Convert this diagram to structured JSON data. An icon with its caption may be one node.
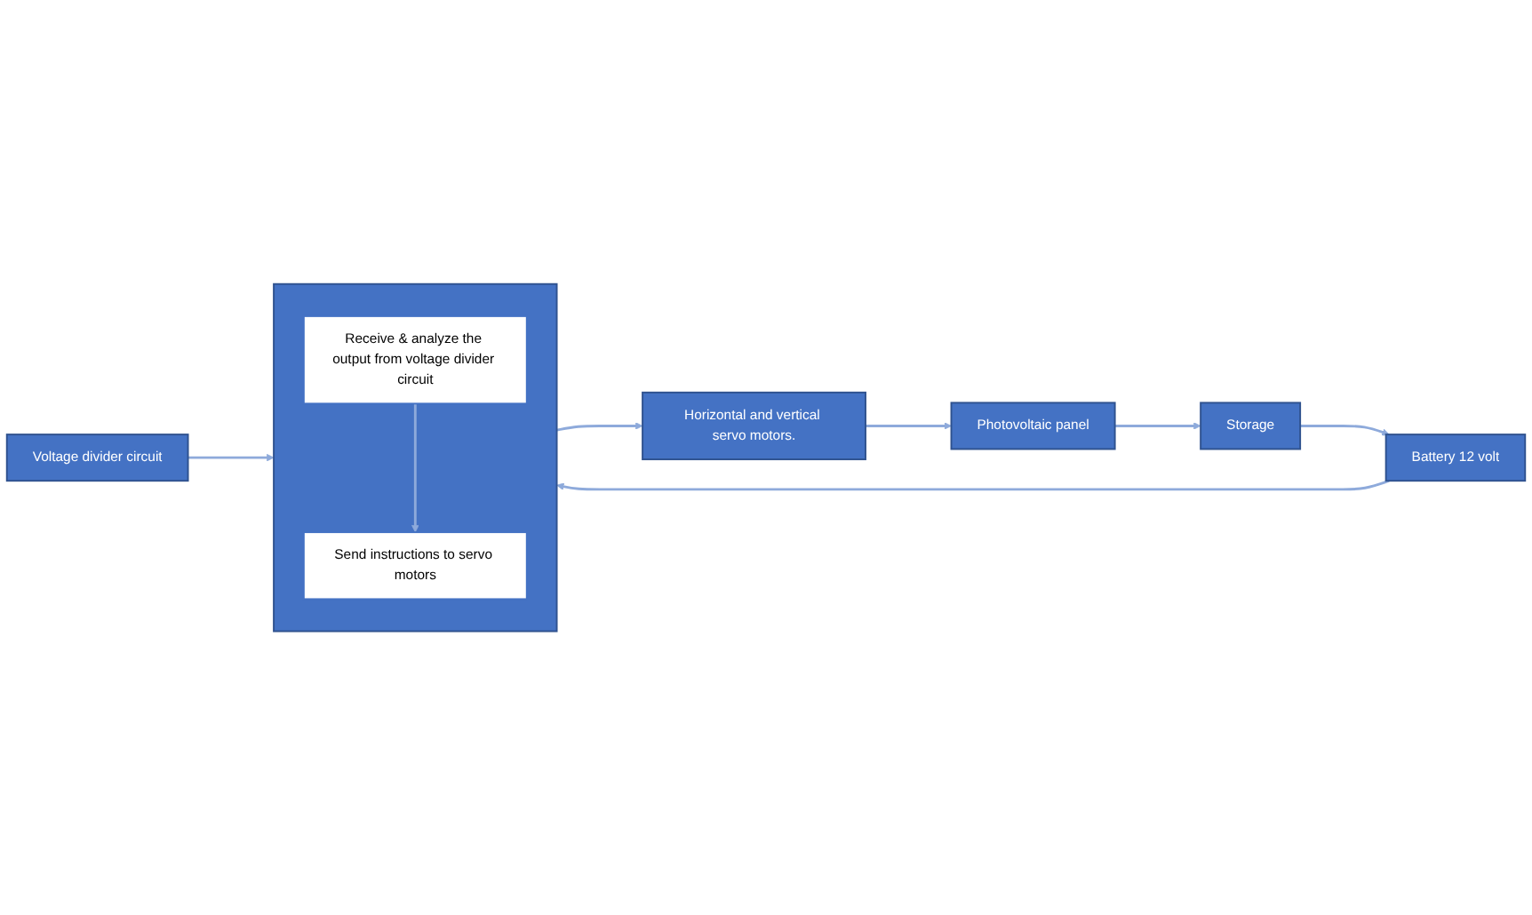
{
  "diagram": {
    "nodes": [
      {
        "text": [
          "Battery 12 volt"
        ]
      },
      {
        "text": [
          "Storage"
        ]
      },
      {
        "text": [
          "Voltage divider circuit"
        ]
      },
      {
        "text": [],
        "shape": "box"
      },
      {
        "text": [
          "Receive & analyze the output from voltage divider circuit"
        ],
        "in": 3
      },
      {
        "text": [
          "Send instructions to servo motors"
        ],
        "in": 3
      },
      {
        "text": [
          "Photovoltaic panel"
        ]
      },
      {
        "text": [
          "Horizontal and vertical servo motors."
        ]
      }
    ],
    "edges": [
      {
        "from": 1,
        "to": 0,
        "arrow": "to"
      },
      {
        "from": 0,
        "to": 3,
        "arrow": "to"
      },
      {
        "from": 2,
        "to": 3,
        "arrow": "to"
      },
      {
        "from": 4,
        "to": 5,
        "arrow": "to"
      },
      {
        "from": 3,
        "to": 7,
        "arrow": "to"
      },
      {
        "from": 7,
        "to": 6,
        "arrow": "to"
      },
      {
        "from": 6,
        "to": 1,
        "arrow": "to"
      }
    ]
  }
}
